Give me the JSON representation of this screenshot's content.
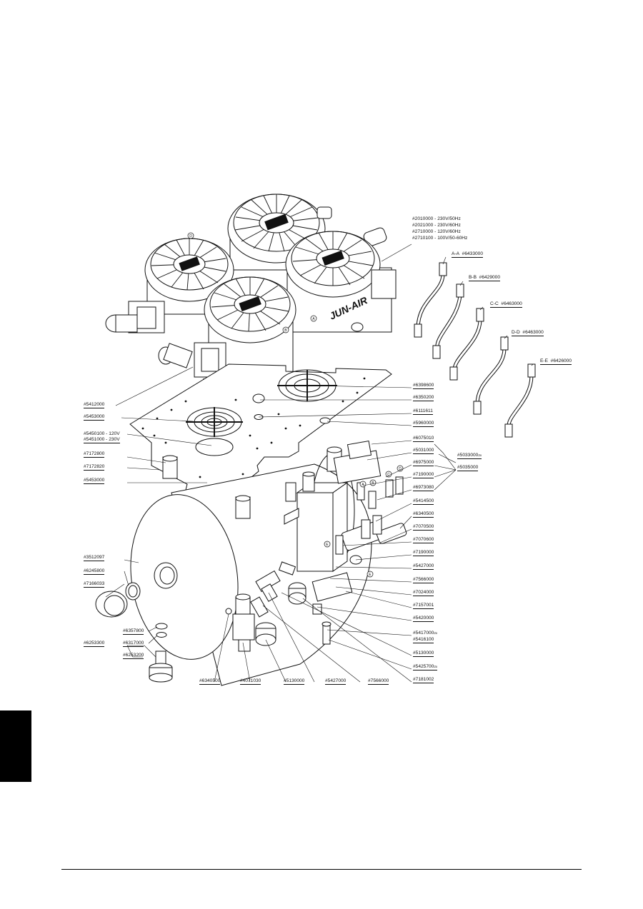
{
  "model_variants": [
    "#2010000  -  230V/50Hz",
    "#2021000  -  230V/60Hz",
    "#2710000  -  120V/60Hz",
    "#2710100  -  100V/50-60Hz"
  ],
  "hoses": [
    {
      "section": "A-A",
      "part": "#6433000"
    },
    {
      "section": "B-B",
      "part": "#6429000"
    },
    {
      "section": "C-C",
      "part": "#6463000"
    },
    {
      "section": "D-D",
      "part": "#6463000"
    },
    {
      "section": "E-E",
      "part": "#6426000"
    }
  ],
  "left_parts": [
    "#5412000",
    "#5453000",
    "#5450100  -  120V",
    "#5451000  -  230V",
    "#7172800",
    "#7172820",
    "#5453000",
    "#3512097",
    "#6245800",
    "#7166033",
    "#6357800",
    "#6317000",
    "#6253300",
    "#6253200"
  ],
  "right_parts": [
    "#6398600",
    "#6350200",
    "#6111611",
    "#5960000",
    "#6075010",
    "#5031000",
    "#6975000",
    "#7190000",
    "#6973080",
    "#5414500",
    "#6340500",
    "#7070500",
    "#7070600",
    "#7190000",
    "#5427000",
    "#7566000",
    "#7024000",
    "#7157001",
    "#5420000",
    "#5417000",
    "#5416100",
    "#5130000",
    "#5425700",
    "#7181002"
  ],
  "group_parts": [
    "#5033000",
    "#5035000"
  ],
  "superscripts": {
    "s5033000": "2x",
    "s5417000": "2x",
    "s5425700": "2x"
  },
  "bottom_parts": [
    "#6340500",
    "#4071030",
    "#5130000",
    "#5427000",
    "#7566000"
  ],
  "callouts": [
    "A",
    "B",
    "C",
    "D",
    "E"
  ],
  "brand_mark": "JUN-AIR"
}
